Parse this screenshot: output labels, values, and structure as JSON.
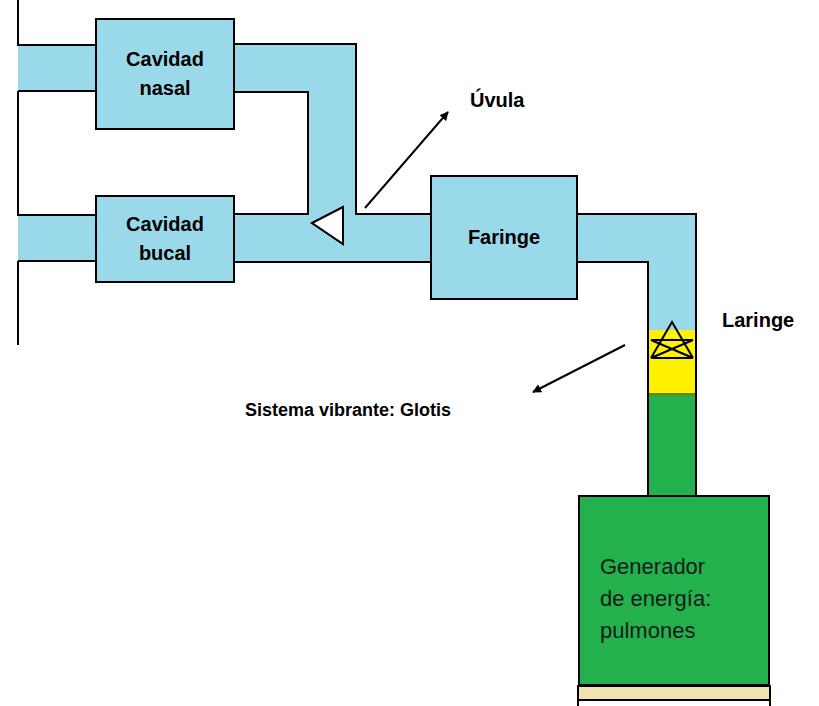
{
  "diagram": {
    "nodes": [
      {
        "text": [
          "Cavidad nasal"
        ]
      },
      {
        "text": [
          "Cavidad bucal"
        ]
      },
      {
        "text": [
          "Faringe"
        ]
      },
      {
        "text": [
          "Generador de energía: pulmones"
        ]
      }
    ],
    "edges": [
      {
        "from": 0,
        "to": 2,
        "arrow": "none"
      },
      {
        "from": 1,
        "to": 2,
        "arrow": "none"
      },
      {
        "from": 2,
        "to": 3,
        "arrow": "none"
      }
    ],
    "labels": [
      "Úvula",
      "Laringe",
      "Sistema vibrante: Glotis"
    ]
  }
}
